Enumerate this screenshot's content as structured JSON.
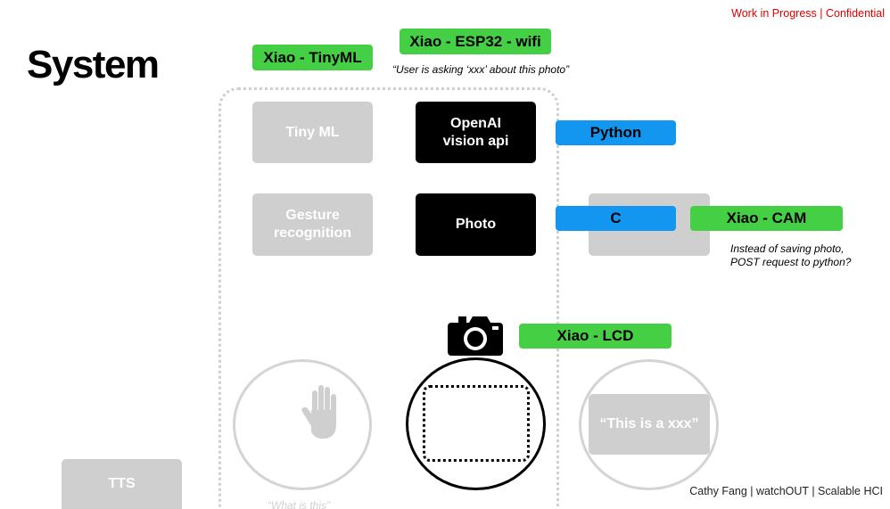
{
  "header": {
    "status": "Work in Progress | Confidential",
    "status_color": "#e00000"
  },
  "page_title": "System",
  "footer": "Cathy Fang | watchOUT | Scalable HCI",
  "labels": {
    "tinyml_tag": "Xiao - TinyML",
    "esp32_tag": "Xiao - ESP32 - wifi",
    "esp32_note": "“User is asking ‘xxx’ about this photo”",
    "python_tag": "Python",
    "c_tag": "C",
    "cam_tag": "Xiao - CAM",
    "cam_note_line1": "Instead of saving photo,",
    "cam_note_line2": "POST request to python?",
    "lcd_tag": "Xiao - LCD"
  },
  "blocks": {
    "tiny_ml": "Tiny ML",
    "vision_line1": "OpenAI",
    "vision_line2": "vision api",
    "gesture_line1": "Gesture",
    "gesture_line2": "recognition",
    "photo": "Photo",
    "tts": "TTS"
  },
  "screens": {
    "left_caption": "“What is this”",
    "right_text": "“This is a xxx”"
  },
  "icons": [
    "hand-icon",
    "camera-icon"
  ],
  "colors": {
    "green_tag": "#44cf44",
    "blue_tag": "#1296f0",
    "gray_block": "#cfcfcf",
    "black_block": "#000000"
  }
}
